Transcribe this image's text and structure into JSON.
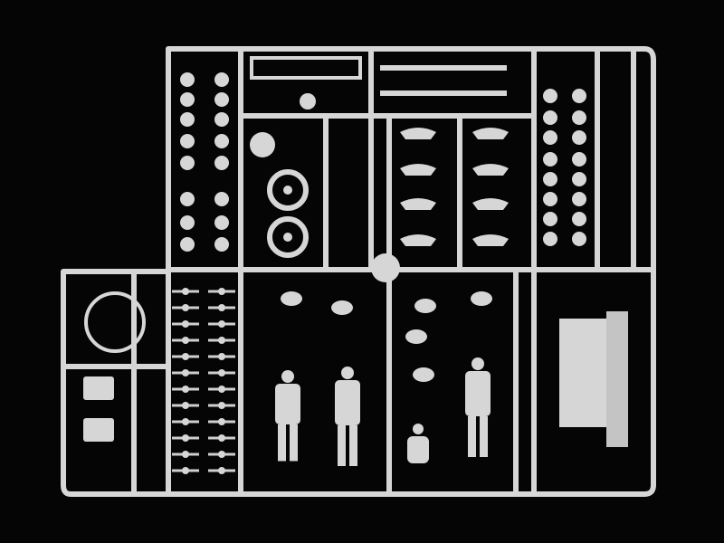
{
  "colors": {
    "background": "#050505",
    "plastic": "#d6d6d6",
    "plastic_shadow": "#a9a9a9"
  },
  "icons": [
    "sprue-frame",
    "road-wheel-parts",
    "sprocket-wheel",
    "figure-parts",
    "hull-plate"
  ]
}
